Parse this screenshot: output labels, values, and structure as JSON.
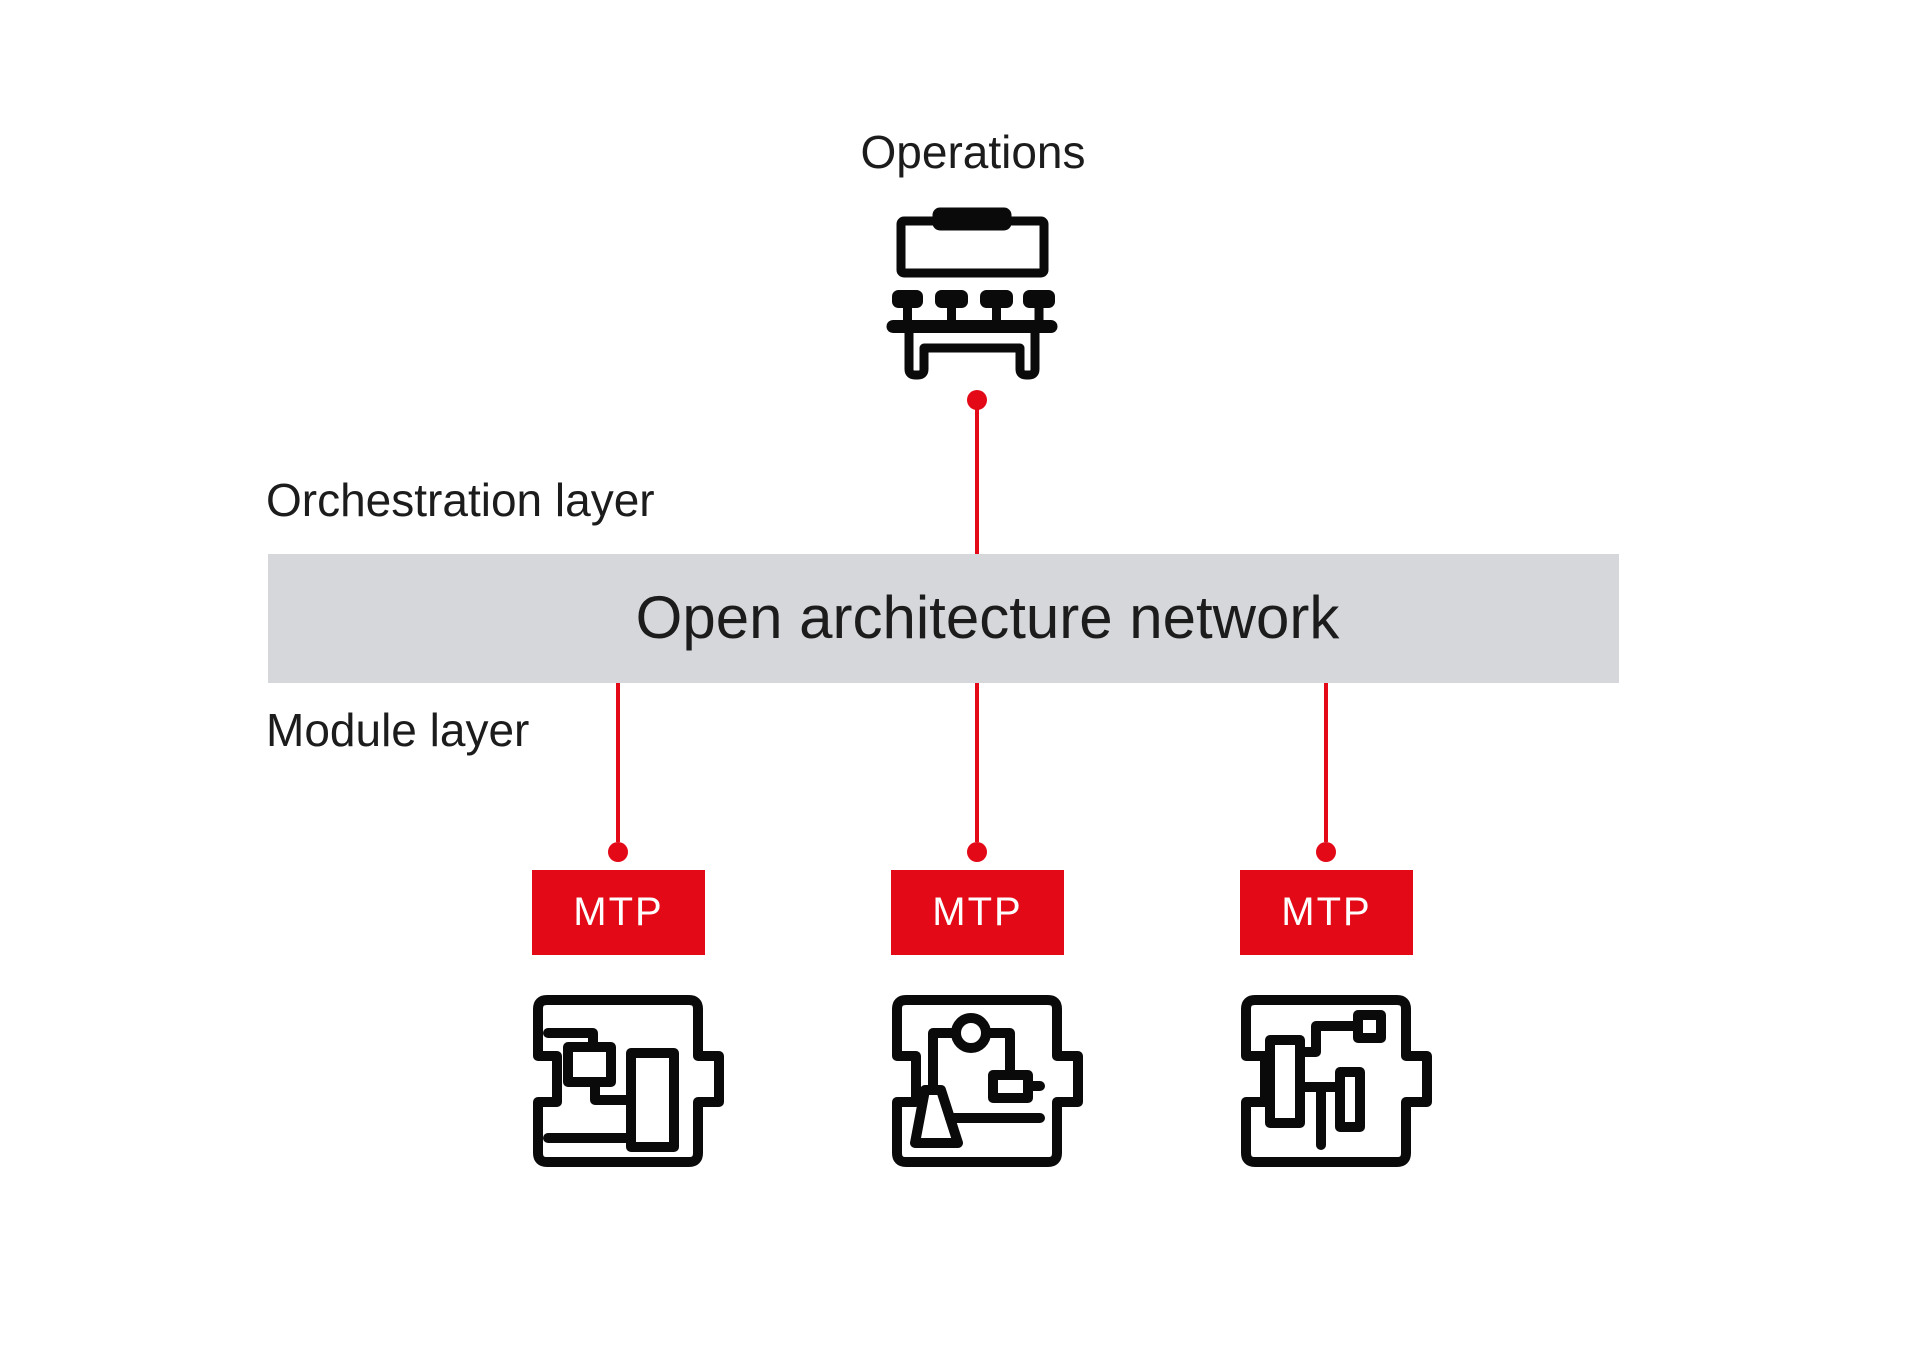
{
  "diagram": {
    "title_label": "Operations",
    "orchestration_layer_label": "Orchestration layer",
    "module_layer_label": "Module layer",
    "network_bar_label": "Open architecture network"
  },
  "modules": [
    {
      "label": "MTP",
      "icon": "module-circuit-icon"
    },
    {
      "label": "MTP",
      "icon": "module-process-icon"
    },
    {
      "label": "MTP",
      "icon": "module-wiring-icon"
    }
  ],
  "icons": {
    "operations": "operations-console-icon"
  },
  "colors": {
    "red": "#e30917",
    "bar_gray": "#d5d7da",
    "ink": "#0a0a0a",
    "text": "#1c1c1c",
    "mtp_text": "#ffffff",
    "background": "#ffffff"
  }
}
